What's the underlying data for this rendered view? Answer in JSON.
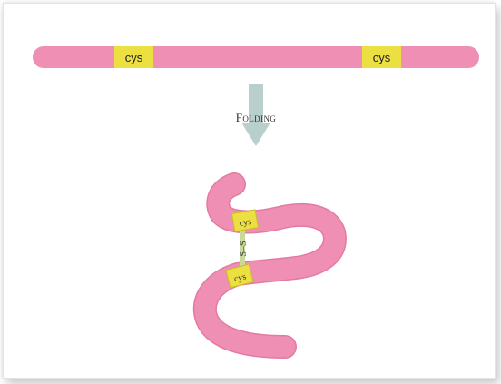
{
  "colors": {
    "chain": "#ef8fb3",
    "chain_edge": "#e47aa3",
    "cys": "#ecdf42",
    "cys_edge": "#c9bd2a",
    "arrow": "#b9cfcc",
    "bond": "#c9d99a"
  },
  "linear_chain": {
    "cys_left": "cys",
    "cys_right": "cys"
  },
  "process": {
    "label": "Folding"
  },
  "folded_chain": {
    "cys_top": "cys",
    "cys_bottom": "cys",
    "disulfide": "S–S"
  }
}
